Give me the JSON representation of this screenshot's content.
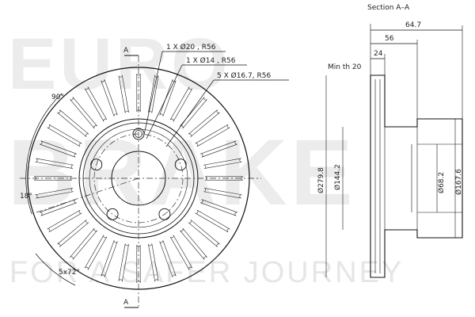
{
  "watermark": {
    "line1": "EURO",
    "line2": "BRAKE",
    "tagline": "FOR A SAFER JOURNEY"
  },
  "labels": {
    "section_title": "Section A–A",
    "section_marker": "A",
    "hole_center": "1 X Ø20 , R56",
    "hole_small": "1 X Ø14 , R56",
    "bolt_holes": "5 X Ø16.7, R56",
    "angle_90": "90°",
    "angle_18": "18°",
    "angle_pattern": "5x72°",
    "min_thickness": "Min th 20",
    "dim_64_7": "64.7",
    "dim_56": "56",
    "dim_24": "24",
    "dim_279_8": "Ø279.8",
    "dim_144_2": "Ø144.2",
    "dim_68_2": "Ø68.2",
    "dim_167_6": "Ø167.6"
  }
}
